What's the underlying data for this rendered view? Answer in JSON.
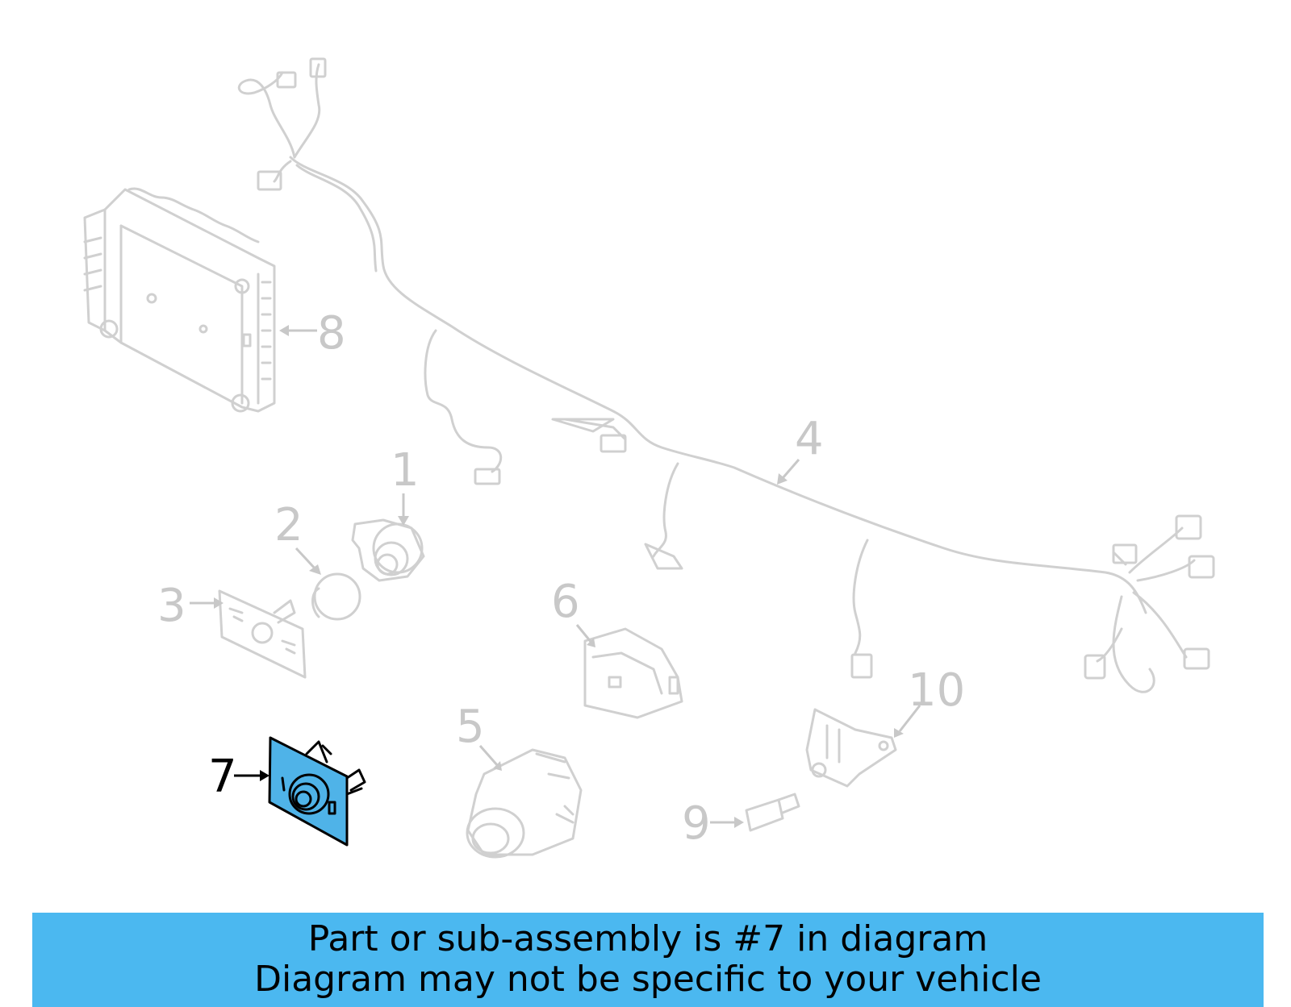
{
  "callouts": {
    "c1": "1",
    "c2": "2",
    "c3": "3",
    "c4": "4",
    "c5": "5",
    "c6": "6",
    "c7": "7",
    "c8": "8",
    "c9": "9",
    "c10": "10"
  },
  "highlight_color": "#4fb3e8",
  "banner": {
    "line1": "Part or sub-assembly is #7 in diagram",
    "line2": "Diagram may not be specific to your vehicle",
    "background": "#4bb8f0"
  }
}
